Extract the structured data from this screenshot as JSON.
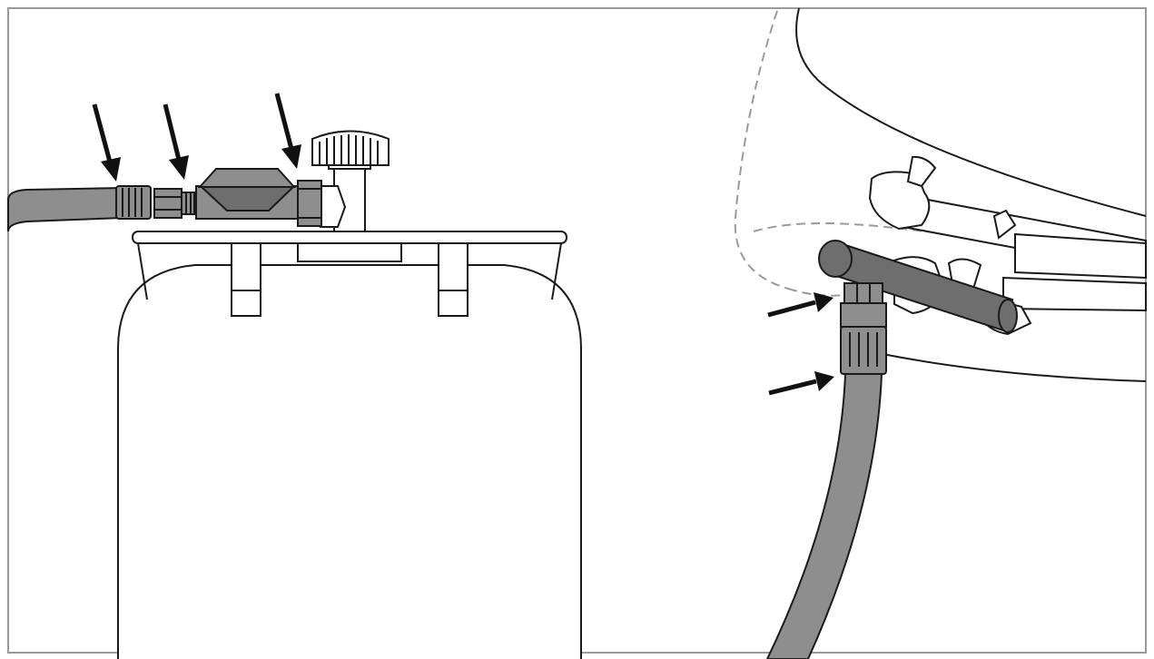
{
  "figure": {
    "panels": [
      {
        "id": "left",
        "subject": "gas-cylinder-regulator"
      },
      {
        "id": "right",
        "subject": "appliance-inlet-connection"
      }
    ],
    "arrow_count": 5,
    "colors": {
      "hose": "#8e8e8e",
      "outline": "#1a1a1a",
      "arrow": "#111111",
      "dashed_outline": "#9a9a9a",
      "background": "#ffffff"
    }
  }
}
